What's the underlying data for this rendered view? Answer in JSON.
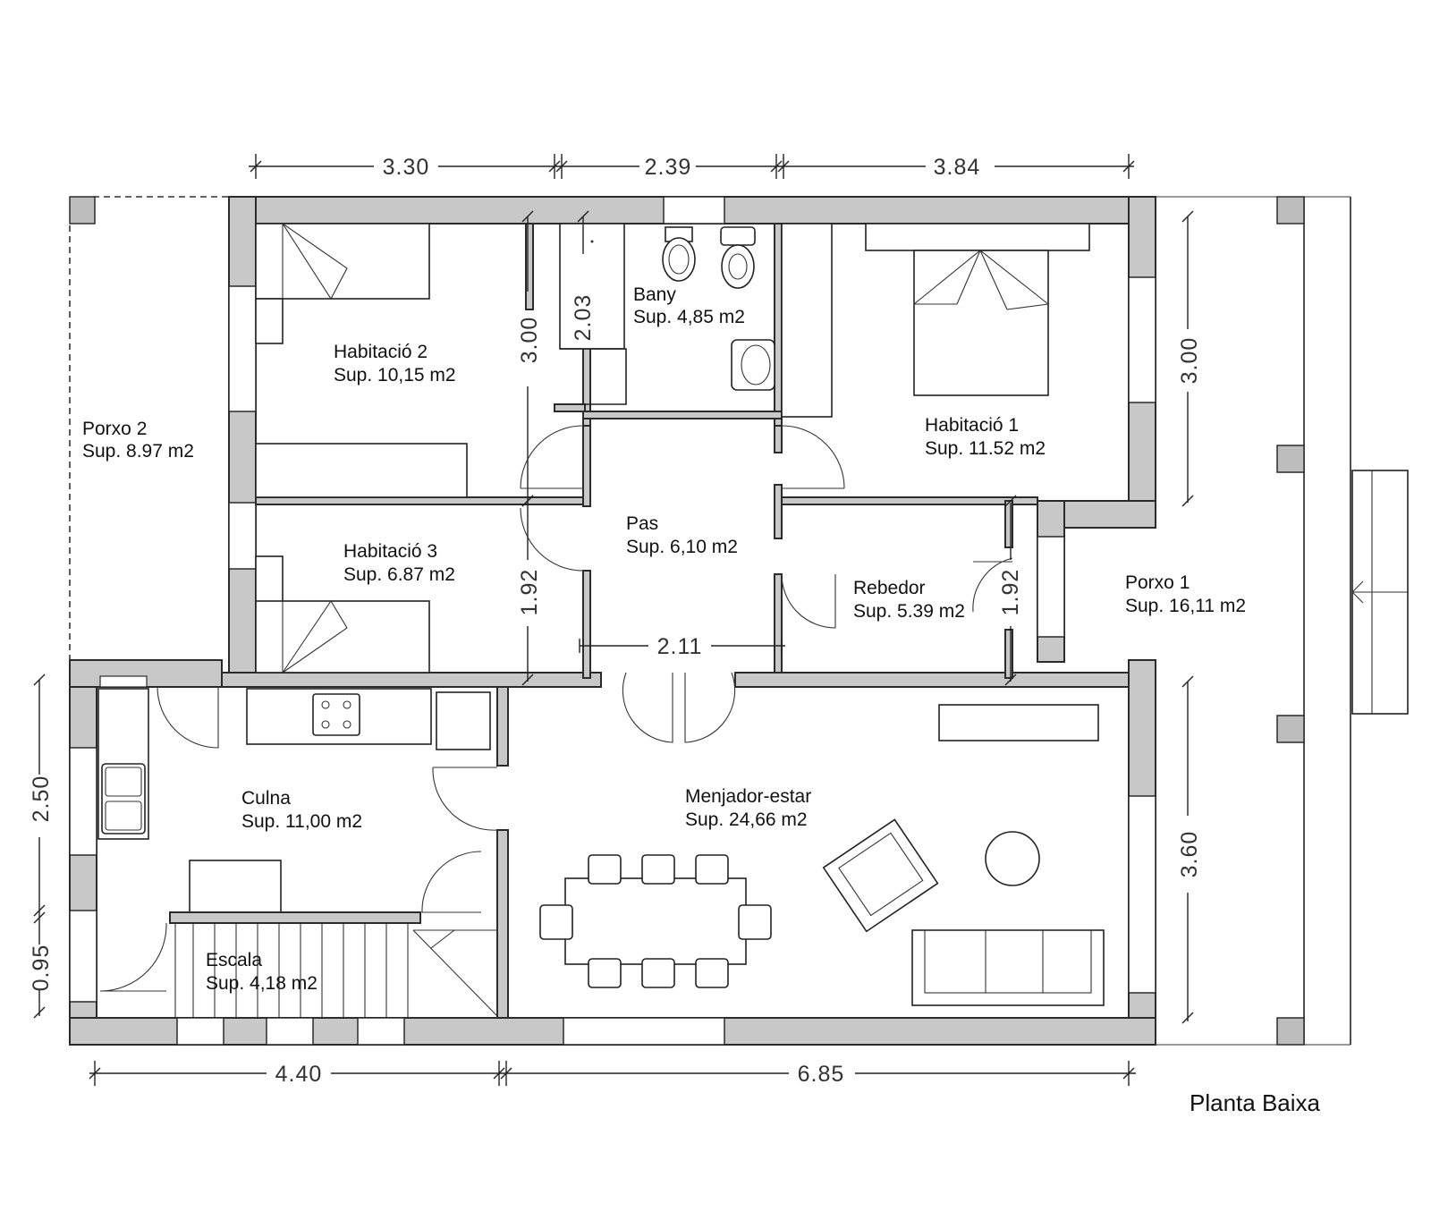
{
  "title": "Planta Baixa",
  "rooms": {
    "porxo2": {
      "name": "Porxo 2",
      "area": "Sup. 8.97 m2"
    },
    "habitacio2": {
      "name": "Habitació 2",
      "area": "Sup. 10,15 m2"
    },
    "bany": {
      "name": "Bany",
      "area": "Sup. 4,85 m2"
    },
    "habitacio1": {
      "name": "Habitació 1",
      "area": "Sup. 11.52 m2"
    },
    "habitacio3": {
      "name": "Habitació 3",
      "area": "Sup. 6.87 m2"
    },
    "pas": {
      "name": "Pas",
      "area": "Sup. 6,10 m2"
    },
    "rebedor": {
      "name": "Rebedor",
      "area": "Sup. 5.39 m2"
    },
    "porxo1": {
      "name": "Porxo 1",
      "area": "Sup. 16,11 m2"
    },
    "cuina": {
      "name": "Culna",
      "area": "Sup. 11,00 m2"
    },
    "menjador": {
      "name": "Menjador-estar",
      "area": "Sup. 24,66 m2"
    },
    "escala": {
      "name": "Escala",
      "area": "Sup. 4,18 m2"
    }
  },
  "dimensions": {
    "top_1": "3.30",
    "top_2": "2.39",
    "top_3": "3.84",
    "bottom_1": "4.40",
    "bottom_2": "6.85",
    "left_1": "2.50",
    "left_2": "0.95",
    "right_1": "3.00",
    "right_2": "3.60",
    "hab2_height": "3.00",
    "bany_width": "2.03",
    "hab3_height": "1.92",
    "pas_width": "2.11",
    "rebedor_height": "1.92"
  }
}
